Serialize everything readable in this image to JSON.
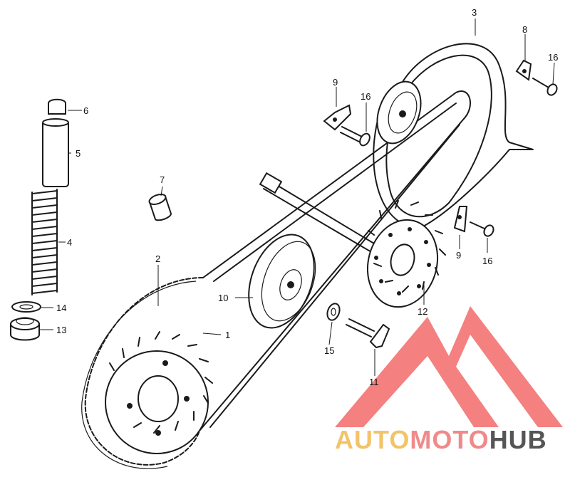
{
  "watermark": {
    "parts": [
      "AUTO",
      "MOTO",
      "HUB"
    ],
    "colors": {
      "auto": "#f2c46a",
      "moto": "#f08a8a",
      "hub": "#555555",
      "logo": "#f05050"
    }
  },
  "callouts": {
    "c1": "1",
    "c2": "2",
    "c3": "3",
    "c4": "4",
    "c5": "5",
    "c6": "6",
    "c7": "7",
    "c8": "8",
    "c9a": "9",
    "c9b": "9",
    "c10": "10",
    "c11": "11",
    "c12": "12",
    "c13": "13",
    "c14": "14",
    "c15": "15",
    "c16a": "16",
    "c16b": "16",
    "c16c": "16"
  }
}
